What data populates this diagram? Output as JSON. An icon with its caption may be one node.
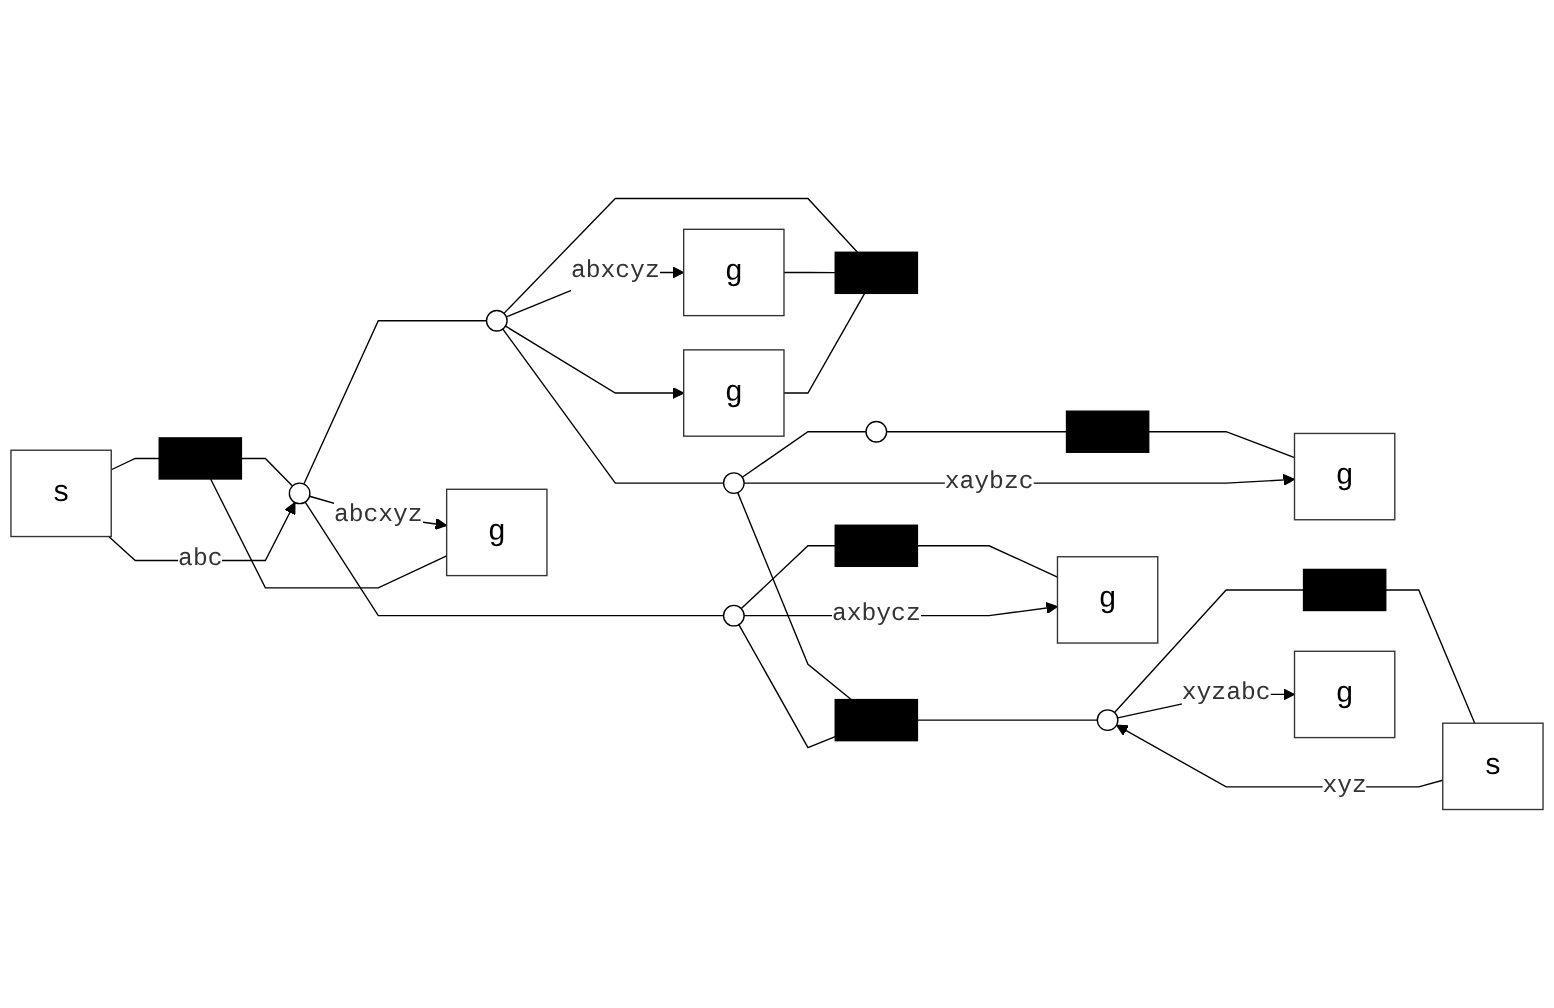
{
  "diagram": {
    "nodes": [
      {
        "text": [
          "g"
        ]
      },
      {
        "text": [
          "g"
        ]
      },
      {
        "text": [],
        "shape": "bar"
      },
      {
        "text": [
          "g"
        ]
      },
      {
        "text": [],
        "shape": "circle"
      },
      {
        "text": [],
        "shape": "bar"
      },
      {
        "text": [],
        "shape": "circle"
      },
      {
        "text": [
          "s"
        ]
      },
      {
        "text": [],
        "shape": "circle"
      },
      {
        "text": [],
        "shape": "bar"
      },
      {
        "text": [
          "g"
        ]
      },
      {
        "text": [],
        "shape": "circle"
      },
      {
        "text": [],
        "shape": "bar"
      },
      {
        "text": [],
        "shape": "circle"
      },
      {
        "text": [],
        "shape": "bar"
      },
      {
        "text": [],
        "shape": "circle"
      },
      {
        "text": [
          "g"
        ]
      },
      {
        "text": [],
        "shape": "bar"
      },
      {
        "text": [
          "s"
        ]
      },
      {
        "text": [
          "g"
        ]
      }
    ],
    "edges": [
      {
        "from": 7,
        "to": 9,
        "arrow": "none"
      },
      {
        "from": 9,
        "to": 8,
        "arrow": "none"
      },
      {
        "from": 10,
        "to": 9,
        "arrow": "none"
      },
      {
        "from": 8,
        "to": 4,
        "arrow": "none"
      },
      {
        "from": 8,
        "to": 13,
        "arrow": "none"
      },
      {
        "from": 4,
        "to": 2,
        "arrow": "none"
      },
      {
        "from": 0,
        "to": 2,
        "arrow": "none"
      },
      {
        "from": 1,
        "to": 2,
        "arrow": "none"
      },
      {
        "from": 4,
        "to": 11,
        "arrow": "none"
      },
      {
        "from": 11,
        "to": 6,
        "arrow": "none"
      },
      {
        "from": 6,
        "to": 5,
        "arrow": "none"
      },
      {
        "from": 5,
        "to": 3,
        "arrow": "none"
      },
      {
        "from": 11,
        "to": 12,
        "arrow": "none"
      },
      {
        "from": 13,
        "to": 12,
        "arrow": "none"
      },
      {
        "from": 12,
        "to": 15,
        "arrow": "none"
      },
      {
        "from": 13,
        "to": 14,
        "arrow": "none"
      },
      {
        "from": 14,
        "to": 16,
        "arrow": "none"
      },
      {
        "from": 15,
        "to": 17,
        "arrow": "none"
      },
      {
        "from": 17,
        "to": 18,
        "arrow": "none"
      },
      {
        "from": 7,
        "to": 8,
        "arrow": "to",
        "label": "abc"
      },
      {
        "from": 8,
        "to": 10,
        "arrow": "to",
        "label": "abcxyz"
      },
      {
        "from": 4,
        "to": 0,
        "arrow": "to",
        "label": "abxcyz"
      },
      {
        "from": 4,
        "to": 1,
        "arrow": "to"
      },
      {
        "from": 11,
        "to": 3,
        "arrow": "to",
        "label": "xaybzc"
      },
      {
        "from": 13,
        "to": 16,
        "arrow": "to",
        "label": "axbycz"
      },
      {
        "from": 18,
        "to": 15,
        "arrow": "to",
        "label": "xyz"
      },
      {
        "from": 15,
        "to": 19,
        "arrow": "to",
        "label": "xyzabc"
      }
    ]
  }
}
